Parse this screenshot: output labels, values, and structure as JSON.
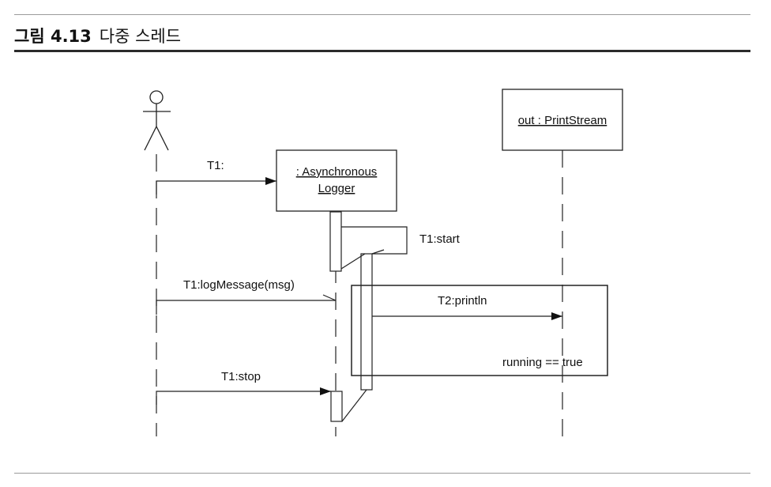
{
  "figure": {
    "number": "그림 4.13",
    "title": "다중 스레드"
  },
  "diagram": {
    "objects": {
      "logger_line1": ": Asynchronous",
      "logger_line2": "Logger",
      "printstream": "out : PrintStream"
    },
    "messages": {
      "create": "T1:",
      "start": "T1:start",
      "log_message": "T1:logMessage(msg)",
      "println": "T2:println",
      "stop": "T1:stop"
    },
    "loop_guard": "running == true"
  }
}
